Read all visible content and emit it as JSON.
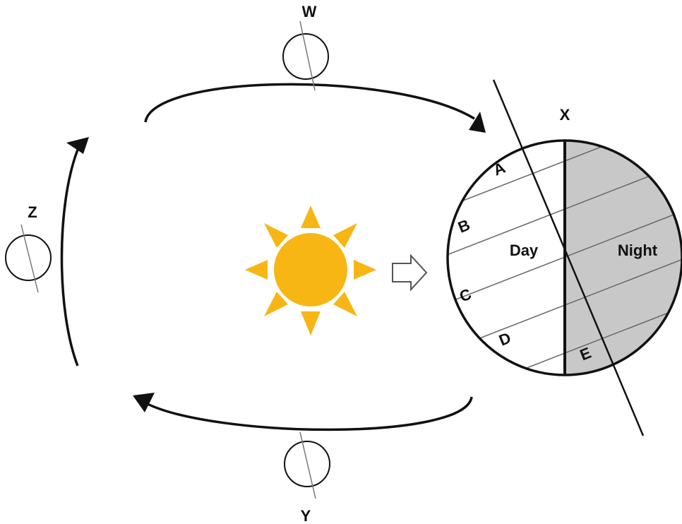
{
  "positions": [
    {
      "id": "W",
      "label": "W"
    },
    {
      "id": "X",
      "label": "X"
    },
    {
      "id": "Y",
      "label": "Y"
    },
    {
      "id": "Z",
      "label": "Z"
    }
  ],
  "regions": {
    "day": "Day",
    "night": "Night"
  },
  "latitudes": [
    "A",
    "B",
    "C",
    "D",
    "E"
  ],
  "colors": {
    "sun": "#F7B614",
    "night": "#C8C8C8",
    "lines": "#111111",
    "axis": "#777777",
    "latitude_lines": "#666666"
  },
  "icons": [
    "sun-icon",
    "sunlight-arrow-icon",
    "orbit-arrow-icon"
  ]
}
